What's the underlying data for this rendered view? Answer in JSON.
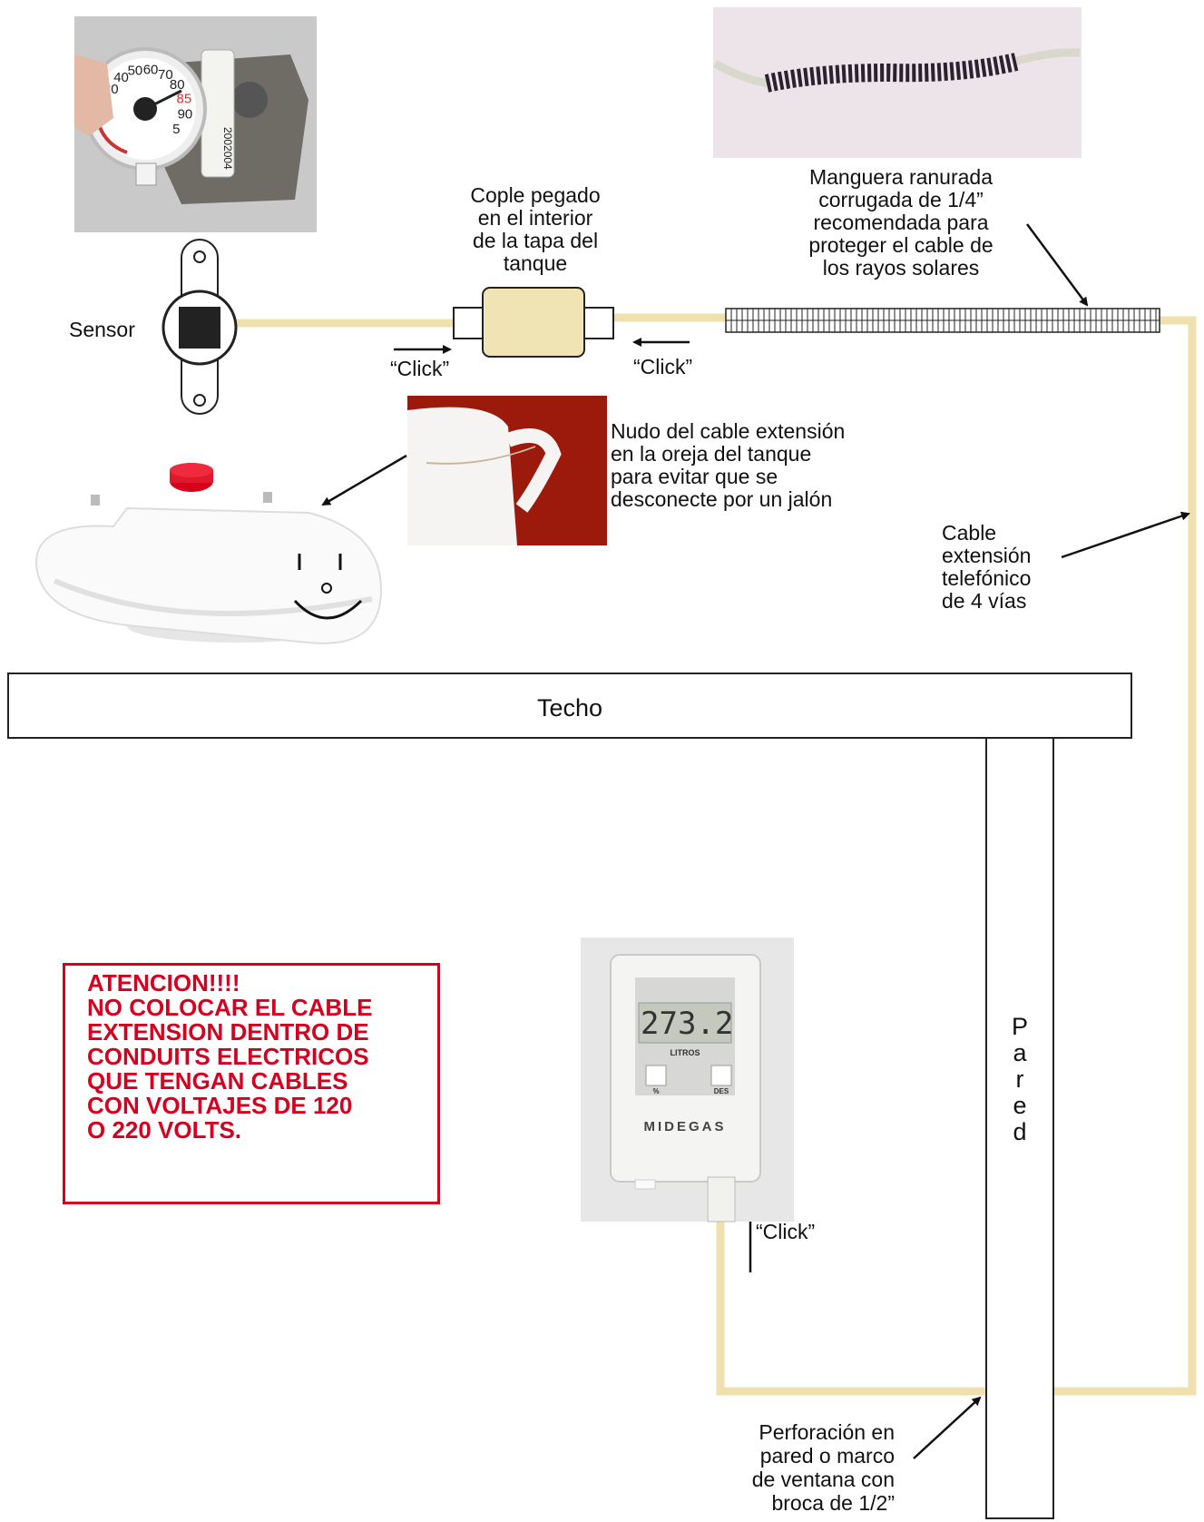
{
  "labels": {
    "sensor": "Sensor",
    "coupler": [
      "Cople pegado",
      "en el interior",
      "de la tapa del",
      "tanque"
    ],
    "hose": [
      "Manguera ranurada",
      "corrugada de 1/4”",
      "recomendada para",
      "proteger el cable de",
      "los rayos solares"
    ],
    "click_left": "“Click”",
    "click_right": "“Click”",
    "click_bottom": "“Click”",
    "knot": [
      "Nudo del cable extensión",
      "en la oreja del tanque",
      "para evitar que se",
      "desconecte por un jalón"
    ],
    "cable": [
      "Cable",
      "extensión",
      "telefónico",
      "de 4 vías"
    ],
    "roof": "Techo",
    "wall": [
      "P",
      "a",
      "r",
      "e",
      "d"
    ],
    "drill": [
      "Perforación en",
      "pared o marco",
      "de ventana con",
      "broca de 1/2”"
    ]
  },
  "warning": {
    "lines": [
      "ATENCION!!!!",
      "NO COLOCAR EL CABLE",
      "EXTENSION DENTRO DE",
      "CONDUITS ELECTRICOS",
      "QUE TENGAN CABLES",
      "CON VOLTAJES DE 120",
      "O 220 VOLTS."
    ]
  },
  "gauge_photo": {
    "dial_numbers": [
      "30",
      "40",
      "50",
      "60",
      "70",
      "80",
      "85",
      "90",
      "5"
    ],
    "serial": "2002004"
  },
  "display_photo": {
    "reading": "273.2",
    "unit": "LITROS",
    "button_left": "%",
    "button_right": "DES",
    "brand": "MIDEGAS"
  },
  "colors": {
    "cable": "#efe1ad",
    "coupler": "#f0e4b4",
    "warning": "#d3001f",
    "photo_bg": "#c9c9c9",
    "knot_bg": "#9b1a0b",
    "hose_bg": "#ece4e8"
  }
}
